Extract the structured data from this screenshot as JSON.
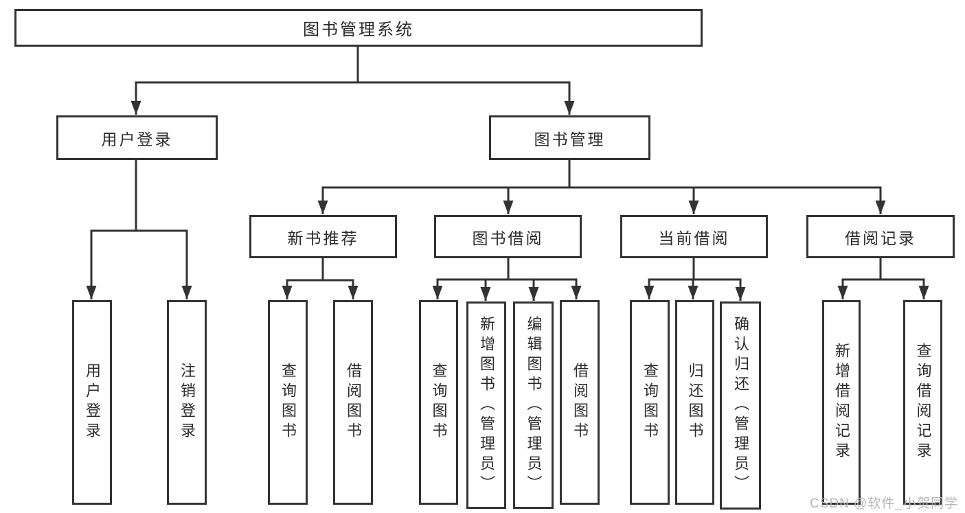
{
  "diagram": {
    "title": "图书管理系统",
    "root": {
      "label": "图书管理系统"
    },
    "branches": [
      {
        "label": "用户登录",
        "children": [
          {
            "label": "用户登录"
          },
          {
            "label": "注销登录"
          }
        ]
      },
      {
        "label": "图书管理",
        "children": [
          {
            "label": "新书推荐",
            "children": [
              {
                "label": "查询图书"
              },
              {
                "label": "借阅图书"
              }
            ]
          },
          {
            "label": "图书借阅",
            "children": [
              {
                "label": "查询图书"
              },
              {
                "label": "新增图书（管理员）"
              },
              {
                "label": "编辑图书（管理员）"
              },
              {
                "label": "借阅图书"
              }
            ]
          },
          {
            "label": "当前借阅",
            "children": [
              {
                "label": "查询图书"
              },
              {
                "label": "归还图书"
              },
              {
                "label": "确认归还（管理员）"
              }
            ]
          },
          {
            "label": "借阅记录",
            "children": [
              {
                "label": "新增借阅记录"
              },
              {
                "label": "查询借阅记录"
              }
            ]
          }
        ]
      }
    ]
  },
  "watermark": {
    "text": "CSDN @软件_小贺同学"
  },
  "colors": {
    "line": "#333333",
    "background": "#ffffff",
    "text": "#2b2b2b",
    "watermark": "#b5b5b5"
  }
}
